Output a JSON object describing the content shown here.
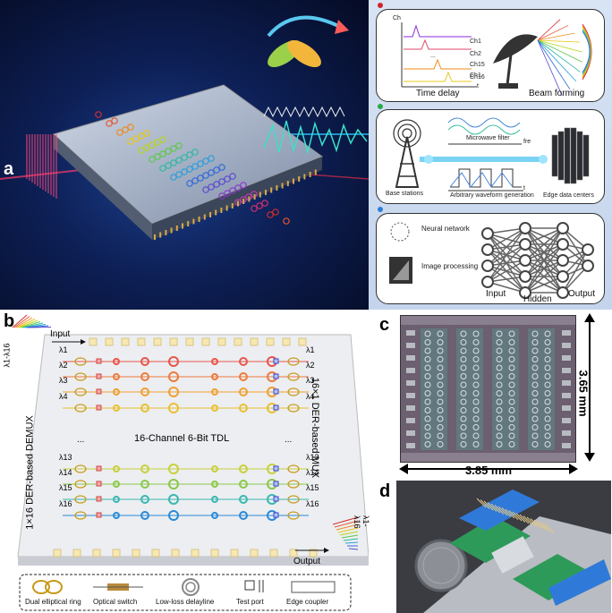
{
  "panel_a": {
    "letter": "a",
    "apps": {
      "time_delay": {
        "ch_axis": "Ch",
        "t_axis": "t",
        "channels": [
          "Ch1",
          "Ch2",
          "Ch15",
          "Ch16"
        ],
        "ellipsis": "...",
        "time_delay_label": "Time delay",
        "beam_forming_label": "Beam forming",
        "dot_color": "#d2232a"
      },
      "comm": {
        "microwave_filter_label": "Microwave filter",
        "fre_label": "fre",
        "awg_label": "Arbitrary waveform generation",
        "t_label": "t",
        "base_stations_label": "Base stations",
        "edge_label": "Edge data centers",
        "dot_color": "#2aa84a"
      },
      "nn": {
        "neural_network_label": "Neural network",
        "image_processing_label": "Image processing",
        "input_label": "Input",
        "hidden_label": "Hidden",
        "output_label": "Output",
        "dot_color": "#2b7fd4"
      }
    }
  },
  "panel_b": {
    "letter": "b",
    "input_label": "Input",
    "output_label": "Output",
    "input_lambda": "λ1-λ16",
    "output_lambda": "λ1-λ16",
    "demux_label": "1×16 DER-based DEMUX",
    "mux_label": "16×1 DER-based MUX",
    "tdl_label": "16-Channel 6-Bit TDL",
    "left_lambdas": [
      "λ1",
      "λ2",
      "λ3",
      "λ4",
      "λ13",
      "λ14",
      "λ15",
      "λ16"
    ],
    "right_lambdas": [
      "λ1",
      "λ2",
      "λ3",
      "λ4",
      "λ13",
      "λ14",
      "λ15",
      "λ16"
    ],
    "dots": "...",
    "legend": {
      "dual_ring": "Dual elliptical ring",
      "optical_switch": "Optical switch",
      "delayline": "Low-loss delayline",
      "test_port": "Test port",
      "edge_coupler": "Edge coupler"
    }
  },
  "panel_c": {
    "letter": "c",
    "height_label": "3.65 mm",
    "width_label": "3.85 mm"
  },
  "panel_d": {
    "letter": "d"
  }
}
